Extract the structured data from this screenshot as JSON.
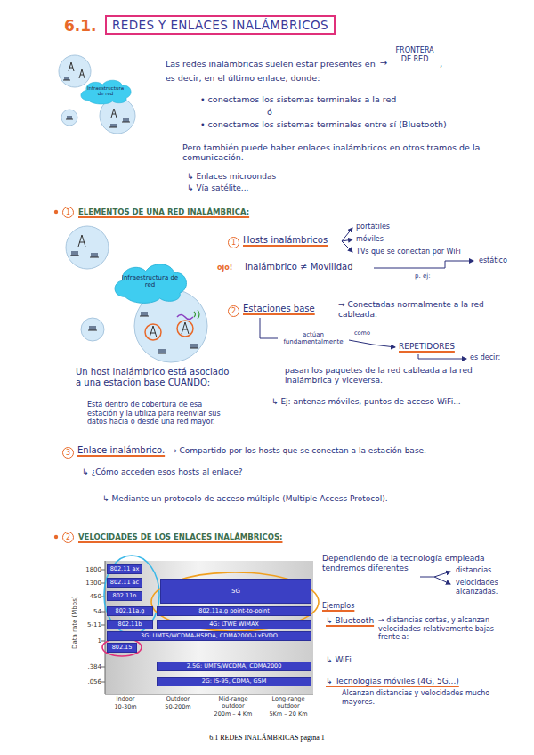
{
  "diagram": {
    "title": "REDES Y ENLACES INALÁMBRICOS",
    "caption": "6.1 REDES INALÁMBRICAS página 1",
    "nodes": [
      {
        "text": [
          "Infraestructura de red"
        ]
      },
      {
        "text": [
          "Infraestructura de red"
        ]
      },
      {
        "text": [
          "802.11 ax"
        ]
      },
      {
        "text": [
          "802.11 ac"
        ]
      },
      {
        "text": [
          "802.11n"
        ]
      },
      {
        "text": [
          "5G"
        ]
      },
      {
        "text": [
          "802.11a,g"
        ]
      },
      {
        "text": [
          "802.11a,g point-to-point"
        ]
      },
      {
        "text": [
          "802.11b"
        ]
      },
      {
        "text": [
          "4G: LTWE WIMAX"
        ]
      },
      {
        "text": [
          "3G: UMTS/WCDMA-HSPDA, CDMA2000-1xEVDO"
        ]
      },
      {
        "text": [
          "802.15"
        ]
      },
      {
        "text": [
          "2.5G: UMTS/WCDMA, CDMA2000"
        ]
      },
      {
        "text": [
          "2G: IS-95, CDMA, GSM"
        ]
      }
    ],
    "labels": [
      "6.1.",
      "Las redes inalámbricas suelen estar presentes en",
      "→",
      "FRONTERA DE RED",
      ",",
      "es decir, en el último enlace, donde:",
      "• conectamos los sistemas terminales a la red",
      "ó",
      "• conectamos los sistemas terminales entre sí (Bluetooth)",
      "Pero también puede haber enlaces inalámbricos en otros tramos de la comunicación.",
      "↳ Enlaces microondas",
      "↳ Vía satélite...",
      "1",
      "ELEMENTOS DE UNA RED INALÁMBRICA:",
      "1",
      "Hosts inalámbricos",
      "portátiles",
      "móviles",
      "TVs que se conectan por WiFi",
      "ojo!",
      "Inalámbrico ≠ Movilidad",
      "estático",
      "p. ej:",
      "2",
      "Estaciones base",
      "→ Conectadas normalmente a la red cableada.",
      "actúan fundamentalmente",
      "como",
      "REPETIDORES",
      "es decir:",
      "pasan los paquetes de la red cableada a la red inalámbrica y viceversa.",
      "↳ Ej: antenas móviles, puntos de acceso WiFi...",
      "Un host inalámbrico está asociado a una estación base CUANDO:",
      "Está dentro de cobertura de esa estación y la utiliza para reenviar sus datos hacia o desde una red mayor.",
      "3",
      "Enlace inalámbrico.",
      "→ Compartido por los hosts que se conectan a la estación base.",
      "↳ ¿Cómo acceden esos hosts al enlace?",
      "↳ Mediante un protocolo de acceso múltiple (Multiple Access Protocol).",
      "2",
      "VELOCIDADES DE LOS ENLACES INALÁMBRICOS:",
      "1800",
      "1300",
      "450",
      "54",
      "5-11",
      "1",
      ".384",
      ".056",
      "Data rate (Mbps)",
      "Indoor",
      "10-30m",
      "Outdoor",
      "50-200m",
      "Mid-range outdoor",
      "200m – 4 Km",
      "Long-range outdoor",
      "5Km – 20 Km",
      "Dependiendo de la tecnología empleada tendremos diferentes",
      "distancias",
      "velocidades alcanzadas.",
      "Ejemplos",
      "↳ Bluetooth",
      "→ distancias cortas, y alcanzan velocidades relativamente bajas frente a:",
      "↳ WiFi",
      "↳ Tecnologías móviles (4G, 5G...)",
      "Alcanzan distancias y velocidades mucho mayores."
    ]
  }
}
